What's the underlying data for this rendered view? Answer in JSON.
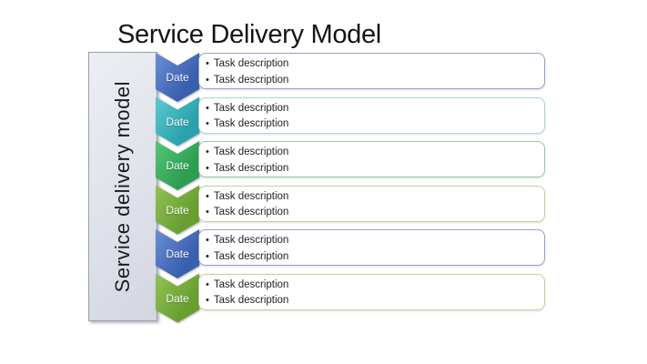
{
  "title": "Service Delivery Model",
  "sidebar": {
    "label": "Service delivery model"
  },
  "themes": {
    "blue": {
      "gradient_start": "#6b8ed6",
      "gradient_end": "#3a5fae",
      "box_border": "#8fa3cc"
    },
    "teal": {
      "gradient_start": "#5ec9cf",
      "gradient_end": "#2aa2ac",
      "box_border": "#a8d6d9"
    },
    "green": {
      "gradient_start": "#55c577",
      "gradient_end": "#2d9e50",
      "box_border": "#98cba2"
    },
    "olive": {
      "gradient_start": "#93c155",
      "gradient_end": "#689f30",
      "box_border": "#bfd49f"
    }
  },
  "rows": [
    {
      "date": "Date",
      "theme": "blue",
      "tasks": [
        "Task description",
        "Task description"
      ]
    },
    {
      "date": "Date",
      "theme": "teal",
      "tasks": [
        "Task description",
        "Task description"
      ]
    },
    {
      "date": "Date",
      "theme": "green",
      "tasks": [
        "Task description",
        "Task description"
      ]
    },
    {
      "date": "Date",
      "theme": "olive",
      "tasks": [
        "Task description",
        "Task description"
      ]
    },
    {
      "date": "Date",
      "theme": "blue",
      "tasks": [
        "Task description",
        "Task description"
      ]
    },
    {
      "date": "Date",
      "theme": "olive",
      "tasks": [
        "Task description",
        "Task description"
      ]
    }
  ],
  "layout_marker": {
    "bullet_glyph": "•"
  }
}
